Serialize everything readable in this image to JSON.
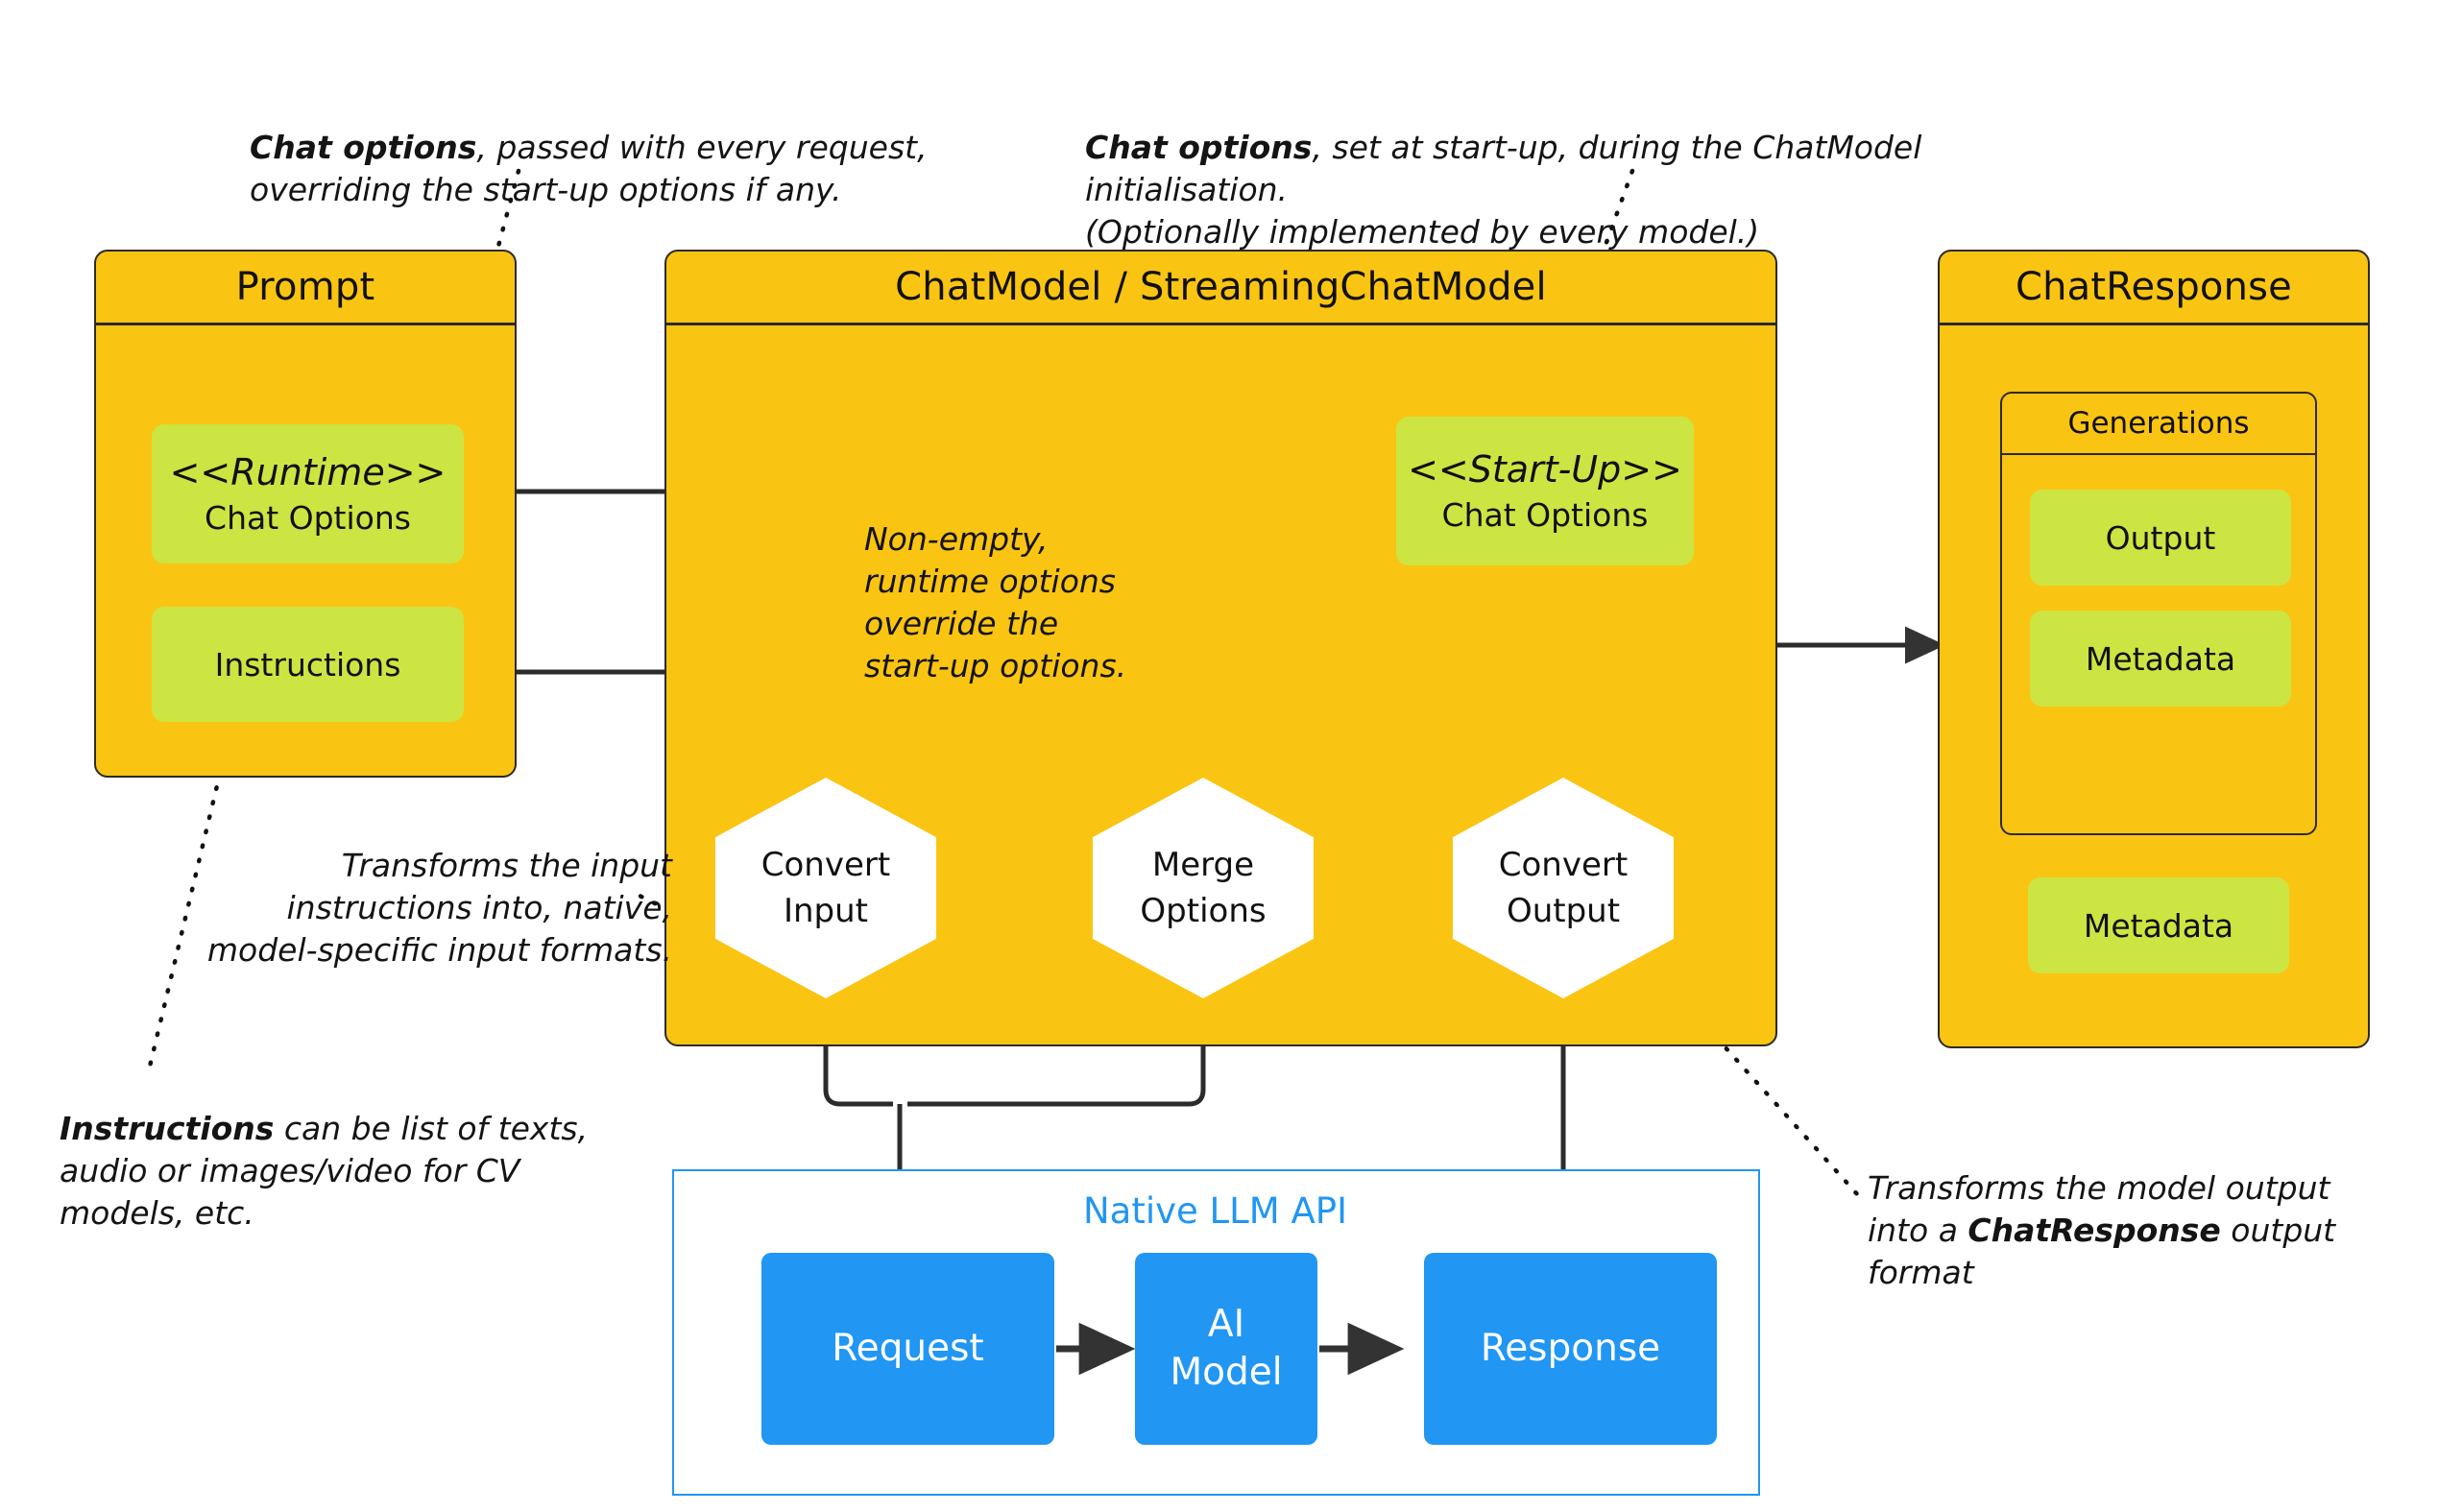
{
  "annotations": {
    "runtime_note": "Chat options|, passed with every  request,\noverriding the start-up options if any.",
    "runtime_note_bold": "Chat options",
    "runtime_note_rest": ", passed with every  request,\noverriding the start-up options if any.",
    "startup_note_bold": "Chat options",
    "startup_note_rest": ", set at start-up, during  the ChatModel initialisation.\n(Optionally implemented by every model.)",
    "merge_note": "Non-empty,\nruntime options\noverride the\nstart-up options.",
    "convert_input_note": "Transforms the input\ninstructions into, native,\nmodel-specific input formats.",
    "instructions_note_bold": "Instructions",
    "instructions_note_rest": " can be list of texts,\naudio or images/video for CV\nmodels, etc.",
    "convert_output_note_pre": "Transforms the model output\ninto  a ",
    "convert_output_note_bold": "ChatResponse",
    "convert_output_note_post": " output\nformat"
  },
  "prompt": {
    "title": "Prompt",
    "runtime_chip": {
      "stereotype": "<<Runtime>>",
      "label": "Chat Options"
    },
    "instructions_chip": {
      "label": "Instructions"
    }
  },
  "chatmodel": {
    "title": "ChatModel / StreamingChatModel",
    "startup_chip": {
      "stereotype": "<<Start-Up>>",
      "label": "Chat Options"
    },
    "hexagons": [
      {
        "name": "convert-input",
        "label": "Convert\nInput"
      },
      {
        "name": "merge-options",
        "label": "Merge\nOptions"
      },
      {
        "name": "convert-output",
        "label": "Convert\nOutput"
      }
    ]
  },
  "chatresponse": {
    "title": "ChatResponse",
    "generations": {
      "title": "Generations",
      "items": [
        "Output",
        "Metadata"
      ]
    },
    "metadata_label": "Metadata"
  },
  "native_api": {
    "title": "Native LLM API",
    "boxes": [
      {
        "name": "request",
        "label": "Request"
      },
      {
        "name": "ai-model",
        "label": "AI\nModel"
      },
      {
        "name": "response",
        "label": "Response"
      }
    ]
  },
  "colors": {
    "container_fill": "#FAC412",
    "chip_fill": "#CDE542",
    "api_blue": "#2196F3",
    "stroke": "#2b2b2b",
    "hex_fill": "#ffffff"
  }
}
